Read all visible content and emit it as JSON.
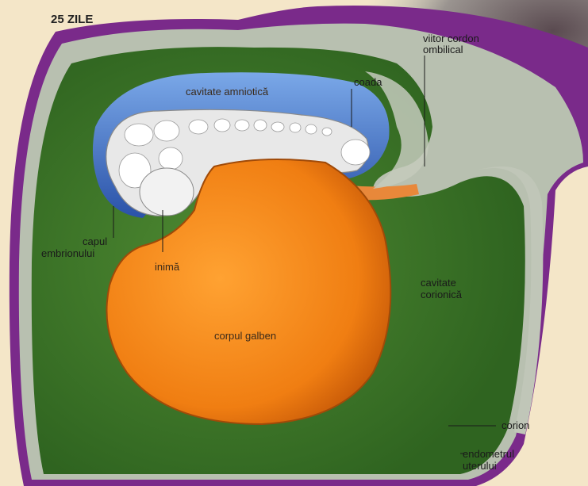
{
  "title": "25 ZILE",
  "labels": {
    "amniotic_cavity": "cavitate amniotică",
    "tail": "coada",
    "umbilical_line1": "viitor cordon",
    "umbilical_line2": "ombilical",
    "head_line1": "capul",
    "head_line2": "embrionului",
    "heart": "inimă",
    "chorionic_line1": "cavitate",
    "chorionic_line2": "corionică",
    "yolk_sac": "corpul galben",
    "chorion": "corion",
    "endometrium_line1": "endometrul",
    "endometrium_line2": "uterului"
  },
  "colors": {
    "background": "#f4e6c8",
    "chorion_purple": "#7a2a8a",
    "green": "#3f7a2a",
    "gray_membrane": "#b8c0b0",
    "amnion_blue": "#4a7acc",
    "yolk_orange": "#f28a1a",
    "embryo_white": "#e8e8e8"
  }
}
